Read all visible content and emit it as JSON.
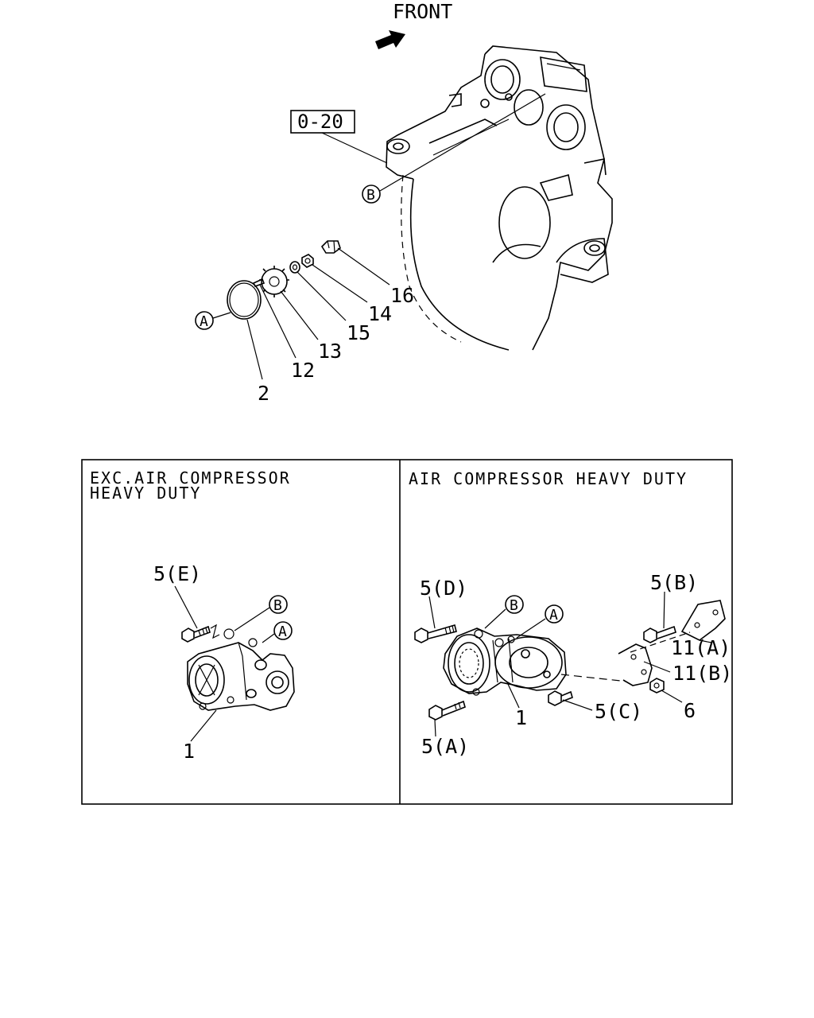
{
  "header": {
    "front_label": "FRONT",
    "reference_box": "0-20"
  },
  "circle_markers": {
    "a": "A",
    "b": "B"
  },
  "top_callouts": {
    "p2": "2",
    "p12": "12",
    "p13": "13",
    "p14": "14",
    "p15": "15",
    "p16": "16"
  },
  "left_panel": {
    "caption_line1": "EXC.AIR COMPRESSOR",
    "caption_line2": "HEAVY DUTY",
    "p1": "1",
    "p5e": "5(E)"
  },
  "right_panel": {
    "caption": "AIR COMPRESSOR HEAVY DUTY",
    "p1": "1",
    "p5a": "5(A)",
    "p5b": "5(B)",
    "p5c": "5(C)",
    "p5d": "5(D)",
    "p6": "6",
    "p11a": "11(A)",
    "p11b": "11(B)"
  }
}
